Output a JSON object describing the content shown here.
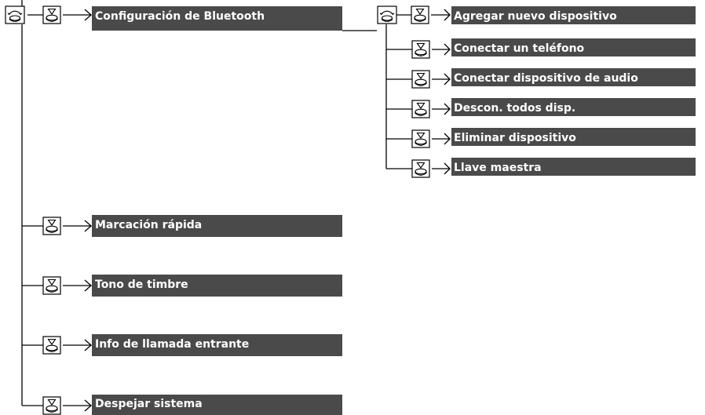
{
  "colors": {
    "bar": "#4a4a4a",
    "line": "#000000",
    "label_text": "#ffffff",
    "icon_fill": "#ffffff"
  },
  "icons": {
    "rotate": "rotate-interface-dial-icon",
    "press": "press-interface-dial-icon",
    "arrow": "arrow-right-icon"
  },
  "menu": {
    "bluetooth": "Configuración de Bluetooth",
    "speed_dial": "Marcación rápida",
    "ringtone": "Tono de timbre",
    "incoming_info": "Info de llamada entrante",
    "clear_system": "Despejar sistema"
  },
  "bluetooth_submenu": {
    "add_device": "Agregar nuevo dispositivo",
    "connect_phone": "Conectar un teléfono",
    "connect_audio": "Conectar dispositivo de audio",
    "disconnect_all": "Descon. todos disp.",
    "delete_device": "Eliminar dispositivo",
    "passkey": "Llave maestra"
  }
}
